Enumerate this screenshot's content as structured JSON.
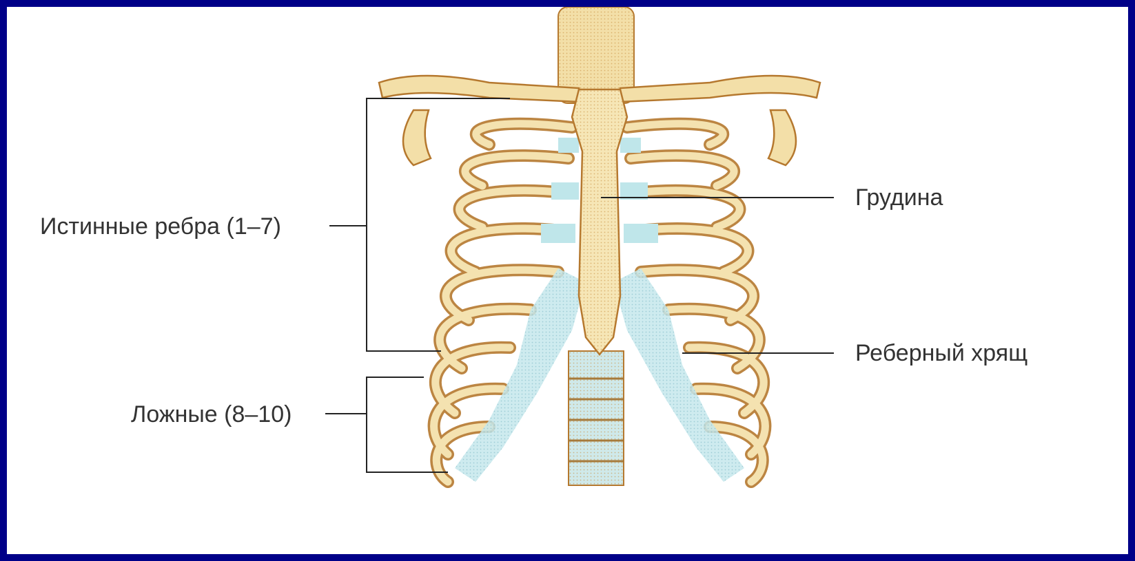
{
  "colors": {
    "frame": "#000088",
    "background": "#ffffff",
    "bone": "#f1dca4",
    "bone_outline": "#b5782e",
    "cartilage": "#bfe6ea",
    "label_text": "#333333",
    "leader_line": "#222222"
  },
  "labels": {
    "true_ribs": "Истинные ребра (1–7)",
    "false_ribs": "Ложные (8–10)",
    "sternum": "Грудина",
    "costal_cartilage": "Реберный хрящ"
  }
}
